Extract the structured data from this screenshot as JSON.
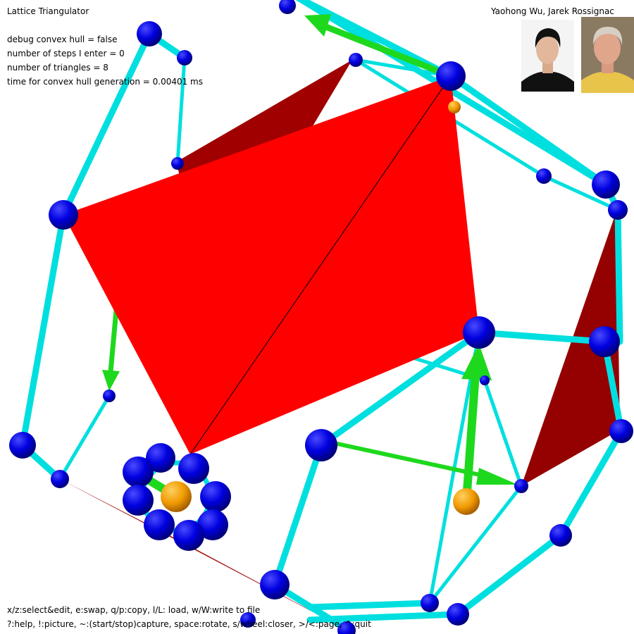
{
  "app": {
    "title": "Lattice Triangulator",
    "authors": "Yaohong Wu, Jarek Rossignac"
  },
  "stats": [
    "debug convex hull = false",
    "number of steps I enter = 0",
    "number of triangles = 8",
    "time for convex hull generation = 0.00401 ms"
  ],
  "help": {
    "line1": "x/z:select&edit, e:swap, q/p:copy, l/L: load, w/W:write to file",
    "line2": "?:help, !:picture, ~:(start/stop)capture, space:rotate, s/wheel:closer, >/<:page, ^:quit"
  },
  "photos": [
    {
      "name": "photo-yaohong-wu",
      "subject": "author-portrait"
    },
    {
      "name": "photo-jarek-rossignac",
      "subject": "author-portrait"
    }
  ],
  "colors": {
    "face_front": "#ff0000",
    "face_back": "#a00000",
    "edge": "#00dfdf",
    "vertex": "#0000e6",
    "arrow": "#1ed81e",
    "site": "#f2a000"
  }
}
